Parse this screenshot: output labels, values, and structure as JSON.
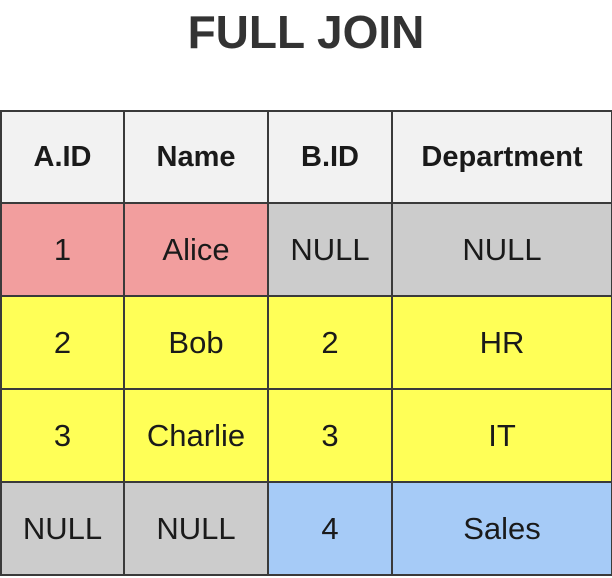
{
  "title": "FULL JOIN",
  "table": {
    "headers": [
      "A.ID",
      "Name",
      "B.ID",
      "Department"
    ],
    "rows": [
      {
        "cells": [
          "1",
          "Alice",
          "NULL",
          "NULL"
        ],
        "colors": [
          "#f29e9e",
          "#f29e9e",
          "#cccccc",
          "#cccccc"
        ]
      },
      {
        "cells": [
          "2",
          "Bob",
          "2",
          "HR"
        ],
        "colors": [
          "#ffff57",
          "#ffff57",
          "#ffff57",
          "#ffff57"
        ]
      },
      {
        "cells": [
          "3",
          "Charlie",
          "3",
          "IT"
        ],
        "colors": [
          "#ffff57",
          "#ffff57",
          "#ffff57",
          "#ffff57"
        ]
      },
      {
        "cells": [
          "NULL",
          "NULL",
          "4",
          "Sales"
        ],
        "colors": [
          "#cccccc",
          "#cccccc",
          "#a6cbf7",
          "#a6cbf7"
        ]
      }
    ],
    "header_color": "#f2f2f2"
  }
}
